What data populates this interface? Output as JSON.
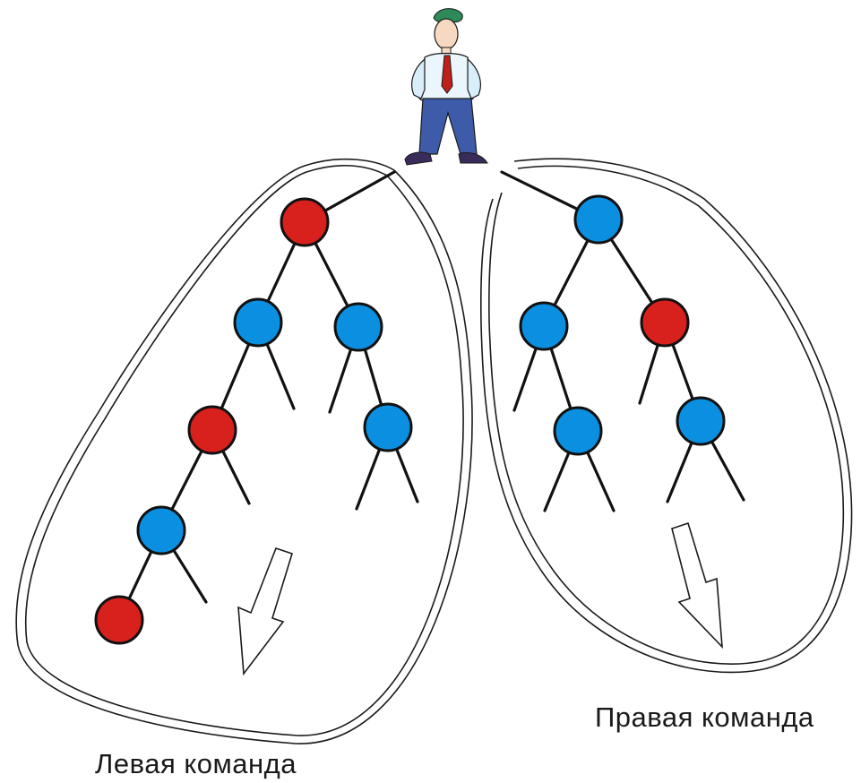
{
  "colors": {
    "node_blue": "#0b8fe0",
    "node_red": "#d8201c",
    "edge": "#111111",
    "outline": "#1a1a1a"
  },
  "figure": {
    "icon": "manager-person-icon"
  },
  "teams": {
    "left": {
      "label": "Левая команда",
      "nodes": [
        "red",
        "blue",
        "blue",
        "red",
        "blue",
        "blue",
        "red"
      ],
      "direction": "down"
    },
    "right": {
      "label": "Правая команда",
      "nodes": [
        "blue",
        "blue",
        "red",
        "blue",
        "blue"
      ],
      "direction": "down"
    }
  }
}
